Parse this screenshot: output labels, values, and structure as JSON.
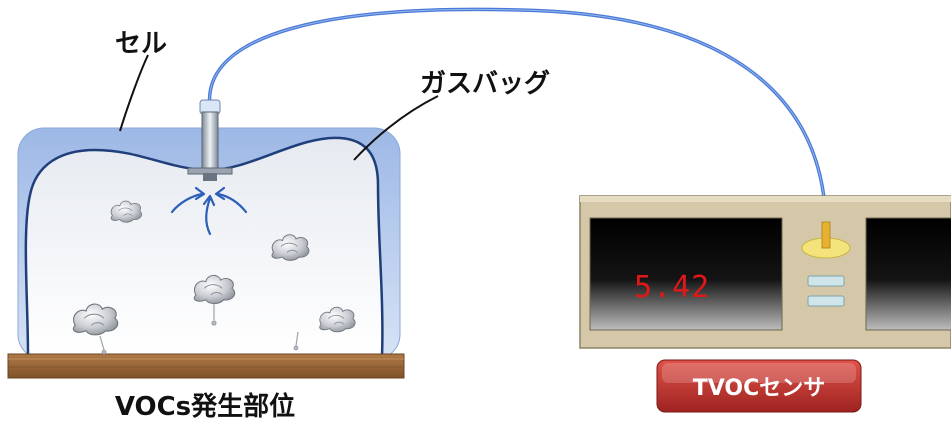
{
  "labels": {
    "cell": "セル",
    "gas_bag": "ガスバッグ",
    "vocs_source": "VOCs発生部位",
    "sensor": "TVOCセンサ"
  },
  "sensor_display": {
    "reading": "5.42",
    "reading_color": "#e01818"
  },
  "colors": {
    "cell_fill": "#a9c3eb",
    "bag_outline": "#1f3f7a",
    "tube": "#4a7ad8",
    "base_wood": "#9b6a3c",
    "sensor_body": "#d4c8a8",
    "sensor_badge": "#c0302b"
  },
  "icons": {
    "emission_puffs": "cloud-puff-icon",
    "suction_arrows": "suction-arrow-icon"
  }
}
